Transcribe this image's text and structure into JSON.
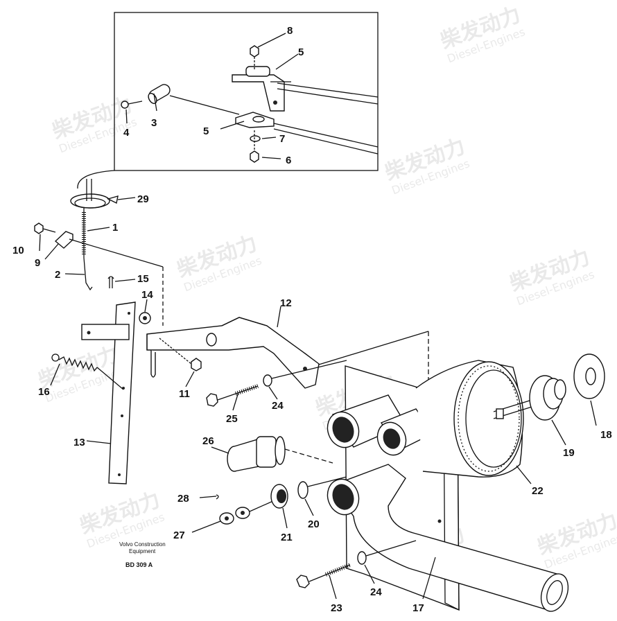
{
  "labels": {
    "p1": "1",
    "p2": "2",
    "p3": "3",
    "p4": "4",
    "p5a": "5",
    "p5b": "5",
    "p6": "6",
    "p7": "7",
    "p8": "8",
    "p9": "9",
    "p10": "10",
    "p11": "11",
    "p12": "12",
    "p13": "13",
    "p14": "14",
    "p15": "15",
    "p16": "16",
    "p17": "17",
    "p18": "18",
    "p19": "19",
    "p20": "20",
    "p21": "21",
    "p22": "22",
    "p23": "23",
    "p24a": "24",
    "p24b": "24",
    "p25": "25",
    "p26": "26",
    "p27": "27",
    "p28": "28",
    "p29": "29"
  },
  "caption": {
    "line1": "Volvo Construction",
    "line2": "Equipment",
    "code": "BD 309 A"
  },
  "watermark": {
    "brand": "柴发动力",
    "sub": "Diesel-Engines"
  }
}
